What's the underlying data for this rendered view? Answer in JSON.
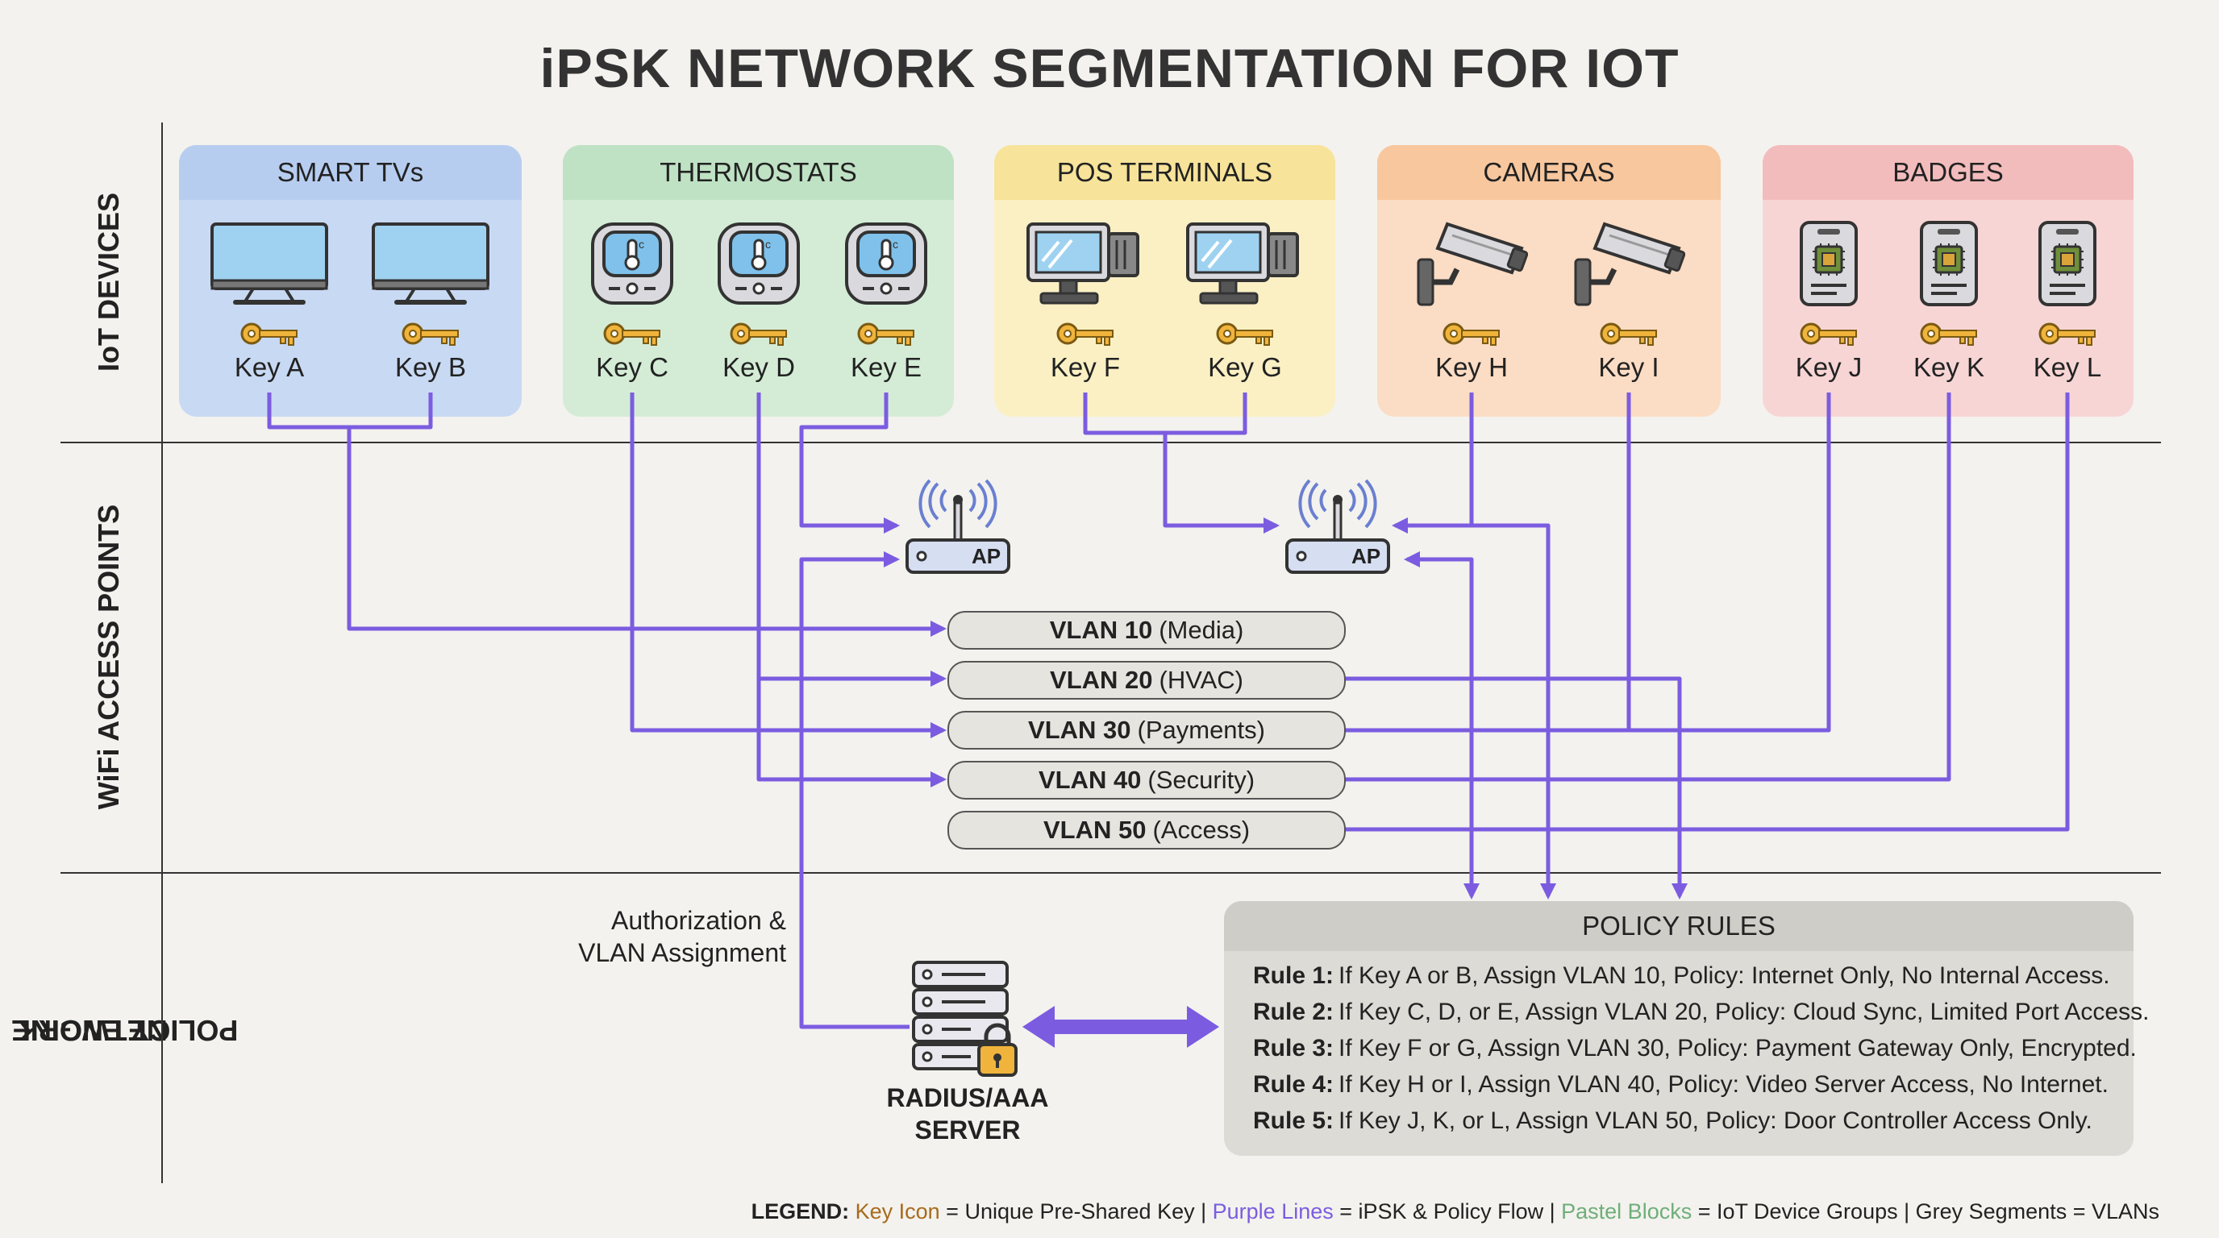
{
  "title": "iPSK NETWORK SEGMENTATION FOR IOT",
  "rows": {
    "iot": "IoT DEVICES",
    "wifi": "WiFi ACCESS POINTS",
    "policy_line1": "NETWORK",
    "policy_line2": "POLICY ENGINE"
  },
  "groups": [
    {
      "name": "SMART TVs",
      "device": "tv-icon",
      "color": "#c8d9f3",
      "head_color": "#b7cdf0",
      "keys": [
        "Key A",
        "Key B"
      ]
    },
    {
      "name": "THERMOSTATS",
      "device": "thermostat-icon",
      "color": "#d4ecd6",
      "head_color": "#bfe2c4",
      "keys": [
        "Key C",
        "Key D",
        "Key E"
      ]
    },
    {
      "name": "POS TERMINALS",
      "device": "pos-terminal-icon",
      "color": "#fbf0c4",
      "head_color": "#f7e39a",
      "keys": [
        "Key F",
        "Key G"
      ]
    },
    {
      "name": "CAMERAS",
      "device": "camera-icon",
      "color": "#fbdcc4",
      "head_color": "#f8c79e",
      "keys": [
        "Key H",
        "Key I"
      ]
    },
    {
      "name": "BADGES",
      "device": "badge-icon",
      "color": "#f8d5d5",
      "head_color": "#f3bcbc",
      "keys": [
        "Key J",
        "Key K",
        "Key L"
      ]
    }
  ],
  "access_points": [
    {
      "label": "AP"
    },
    {
      "label": "AP"
    }
  ],
  "vlans": [
    {
      "id": "VLAN 10",
      "desc": "(Media)"
    },
    {
      "id": "VLAN 20",
      "desc": "(HVAC)"
    },
    {
      "id": "VLAN 30",
      "desc": "(Payments)"
    },
    {
      "id": "VLAN 40",
      "desc": "(Security)"
    },
    {
      "id": "VLAN 50",
      "desc": "(Access)"
    }
  ],
  "auth_label": {
    "line1": "Authorization &",
    "line2": "VLAN Assignment"
  },
  "server": {
    "line1": "RADIUS/AAA",
    "line2": "SERVER"
  },
  "policy": {
    "title": "POLICY RULES",
    "rules": [
      {
        "label": "Rule 1:",
        "text": "If Key A or B, Assign VLAN 10, Policy: Internet Only, No Internal Access."
      },
      {
        "label": "Rule 2:",
        "text": "If Key C, D, or E, Assign VLAN 20, Policy: Cloud Sync, Limited Port Access."
      },
      {
        "label": "Rule 3:",
        "text": "If Key F or G, Assign VLAN 30, Policy: Payment Gateway Only, Encrypted."
      },
      {
        "label": "Rule 4:",
        "text": "If Key H or I, Assign VLAN 40, Policy: Video Server Access, No Internet."
      },
      {
        "label": "Rule 5:",
        "text": "If Key J, K, or L, Assign VLAN 50, Policy: Door Controller Access Only."
      }
    ]
  },
  "legend": {
    "label": "LEGEND:",
    "key_term": "Key Icon",
    "key_def": "= Unique Pre-Shared Key |",
    "purple_term": "Purple Lines",
    "purple_def": "= iPSK & Policy Flow |",
    "pastel_term": "Pastel Blocks",
    "pastel_def": "= IoT Device Groups | Grey Segments = VLANs"
  },
  "colors": {
    "flow": "#7b5ce0",
    "key": "#f0b43c",
    "legend_key": "#a86a1c",
    "legend_purple": "#7b5ce0",
    "legend_pastel": "#6fae7a"
  }
}
